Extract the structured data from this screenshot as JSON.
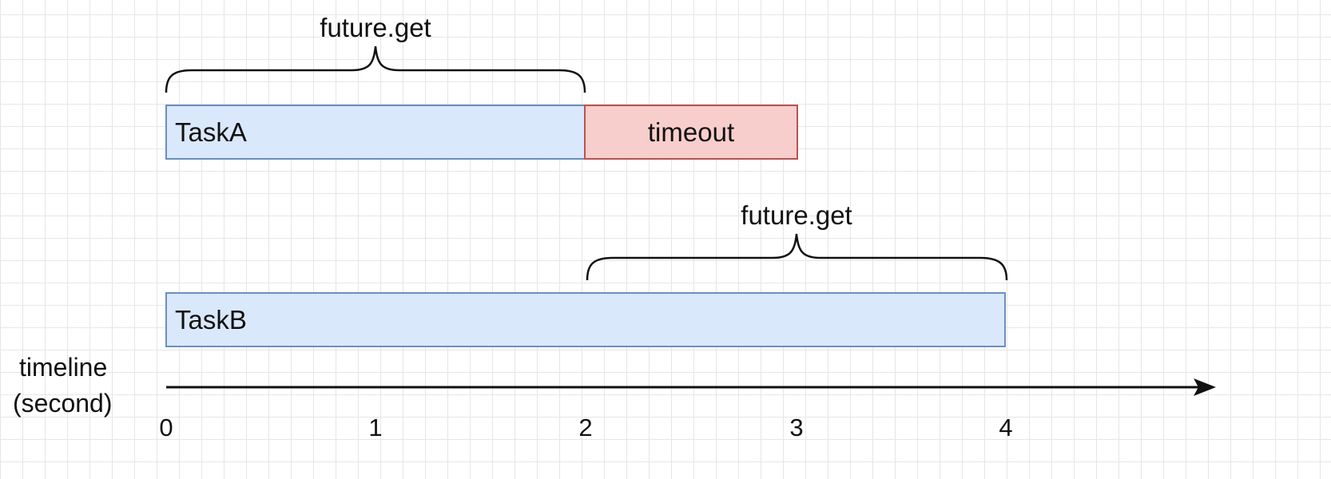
{
  "tasks": {
    "task_a": {
      "label": "TaskA",
      "start": 0,
      "end": 2
    },
    "timeout": {
      "label": "timeout",
      "start": 2,
      "end": 3
    },
    "task_b": {
      "label": "TaskB",
      "start": 0,
      "end": 4
    }
  },
  "braces": [
    {
      "label": "future.get",
      "start": 0,
      "end": 2
    },
    {
      "label": "future.get",
      "start": 2,
      "end": 4
    }
  ],
  "axis": {
    "label_line1": "timeline",
    "label_line2": "(second)",
    "ticks": [
      "0",
      "1",
      "2",
      "3",
      "4"
    ]
  },
  "colors": {
    "task_fill": "#dae8fc",
    "task_border": "#6c8ebf",
    "timeout_fill": "#f8cecc",
    "timeout_border": "#b85450"
  }
}
